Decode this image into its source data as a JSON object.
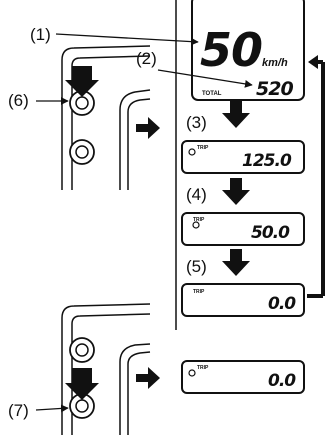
{
  "callouts": {
    "c1": "(1)",
    "c2": "(2)",
    "c3": "(3)",
    "c4": "(4)",
    "c5": "(5)",
    "c6": "(6)",
    "c7": "(7)"
  },
  "main_display": {
    "speed": "50",
    "speed_unit": "km/h",
    "total_label": "TOTAL",
    "total_value": "520"
  },
  "panels": {
    "p3": {
      "label": "TRIP",
      "value": "125.0"
    },
    "p4": {
      "label": "TRIP",
      "value": "50.0"
    },
    "p5": {
      "label": "TRIP",
      "value": "0.0"
    },
    "p7": {
      "label": "TRIP",
      "value": "0.0"
    }
  },
  "icons": {
    "arrow": "arrow-icon",
    "button": "button-icon",
    "fuel": "fuel-icon"
  }
}
